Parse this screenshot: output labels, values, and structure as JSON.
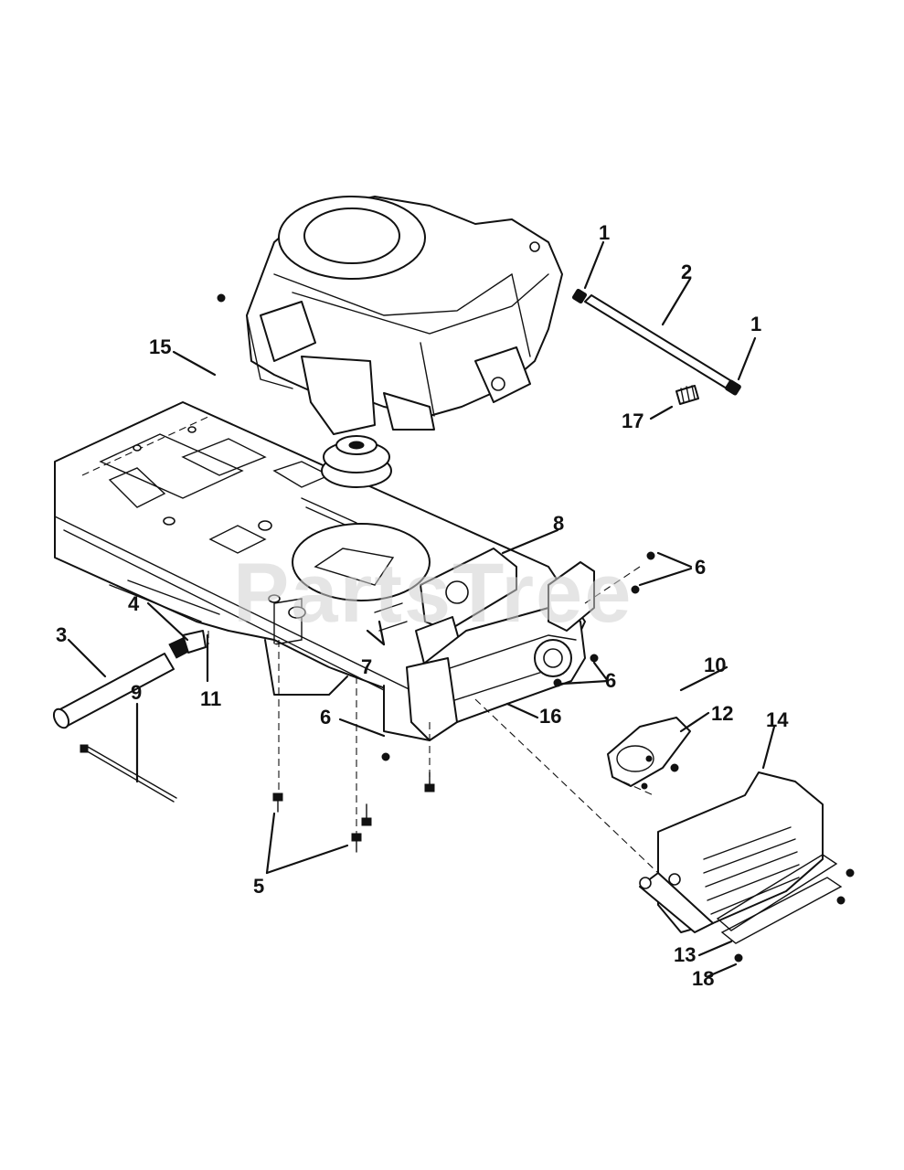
{
  "watermark": "PartsTree",
  "callouts": {
    "c1a": "1",
    "c1b": "1",
    "c2": "2",
    "c3": "3",
    "c4": "4",
    "c5": "5",
    "c6a": "6",
    "c6b": "6",
    "c6c": "6",
    "c7": "7",
    "c8": "8",
    "c9": "9",
    "c10": "10",
    "c11": "11",
    "c12": "12",
    "c13": "13",
    "c14": "14",
    "c15": "15",
    "c16": "16",
    "c17": "17",
    "c18": "18"
  }
}
